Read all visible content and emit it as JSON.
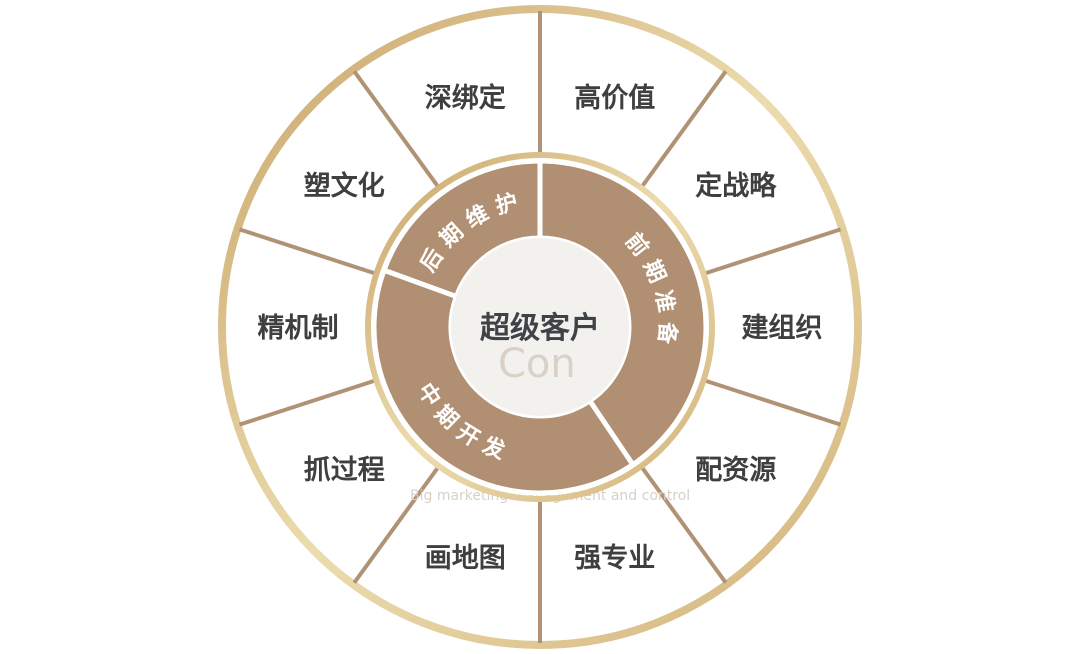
{
  "center": {
    "label": "超级客户"
  },
  "phases": [
    {
      "label": "后期维护"
    },
    {
      "label": "前期准备"
    },
    {
      "label": "中期开发"
    }
  ],
  "segments": [
    {
      "label": "高价值"
    },
    {
      "label": "定战略"
    },
    {
      "label": "建组织"
    },
    {
      "label": "配资源"
    },
    {
      "label": "强专业"
    },
    {
      "label": "画地图"
    },
    {
      "label": "抓过程"
    },
    {
      "label": "精机制"
    },
    {
      "label": "塑文化"
    },
    {
      "label": "深绑定"
    }
  ],
  "watermark": {
    "logo_text": "Con",
    "tagline": "Big marketing management and control"
  },
  "colors": {
    "gold": "#d9c089",
    "brown": "#b08f72",
    "spoke": "#b09275",
    "text": "#3f3f3f"
  }
}
